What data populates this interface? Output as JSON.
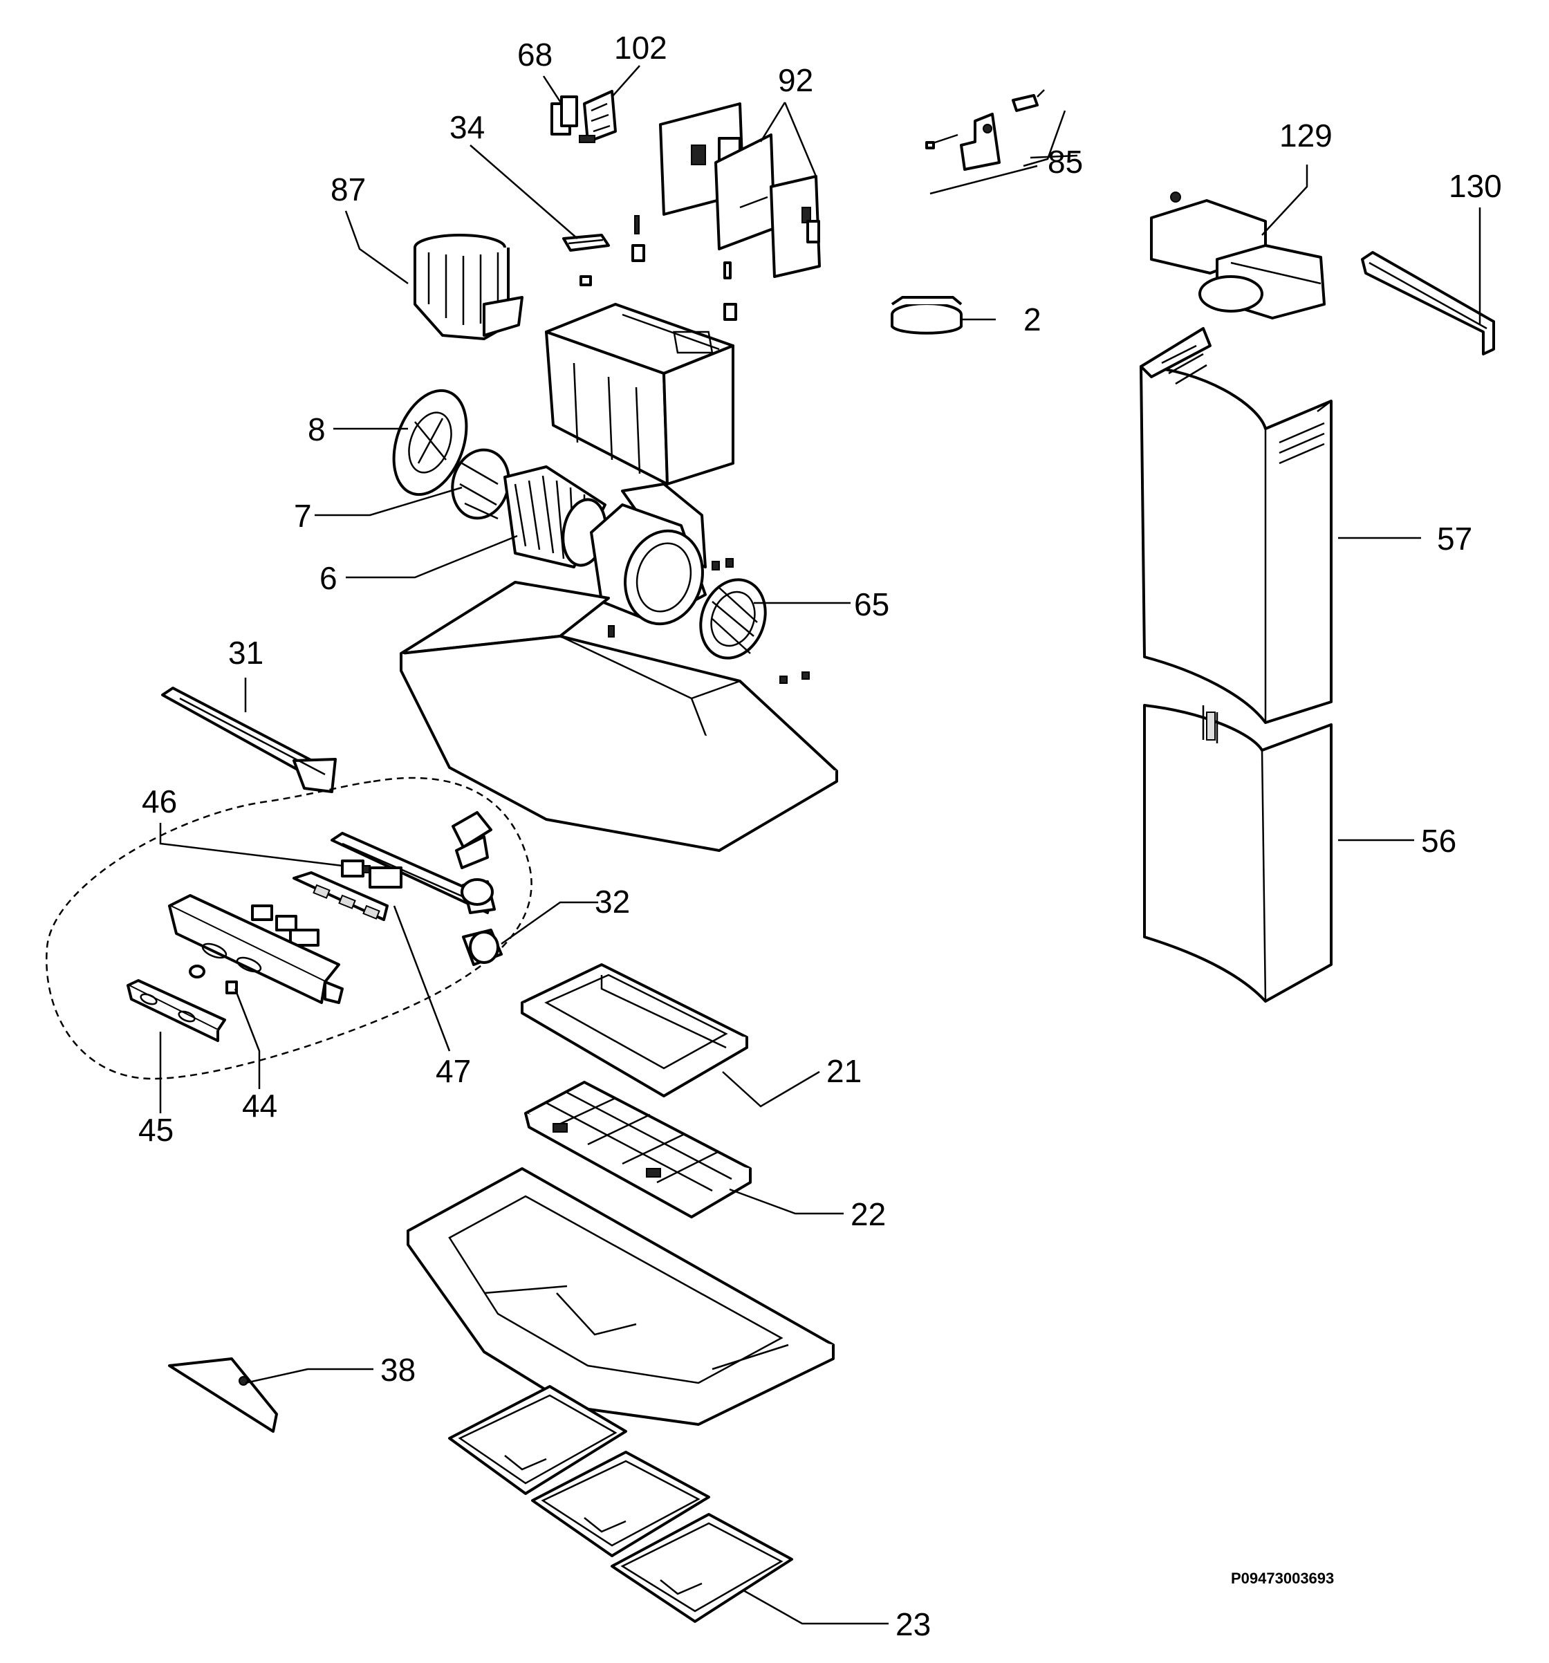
{
  "diagram": {
    "reference_code": "P09473003693",
    "callouts": [
      {
        "id": "c68",
        "label": "68"
      },
      {
        "id": "c102",
        "label": "102"
      },
      {
        "id": "c92",
        "label": "92"
      },
      {
        "id": "c34",
        "label": "34"
      },
      {
        "id": "c87",
        "label": "87"
      },
      {
        "id": "c85",
        "label": "85"
      },
      {
        "id": "c129",
        "label": "129"
      },
      {
        "id": "c130",
        "label": "130"
      },
      {
        "id": "c2",
        "label": "2"
      },
      {
        "id": "c8",
        "label": "8"
      },
      {
        "id": "c7",
        "label": "7"
      },
      {
        "id": "c6",
        "label": "6"
      },
      {
        "id": "c65",
        "label": "65"
      },
      {
        "id": "c57",
        "label": "57"
      },
      {
        "id": "c31",
        "label": "31"
      },
      {
        "id": "c46",
        "label": "46"
      },
      {
        "id": "c32",
        "label": "32"
      },
      {
        "id": "c56",
        "label": "56"
      },
      {
        "id": "c47",
        "label": "47"
      },
      {
        "id": "c21",
        "label": "21"
      },
      {
        "id": "c44",
        "label": "44"
      },
      {
        "id": "c45",
        "label": "45"
      },
      {
        "id": "c22",
        "label": "22"
      },
      {
        "id": "c38",
        "label": "38"
      },
      {
        "id": "c23",
        "label": "23"
      }
    ]
  }
}
